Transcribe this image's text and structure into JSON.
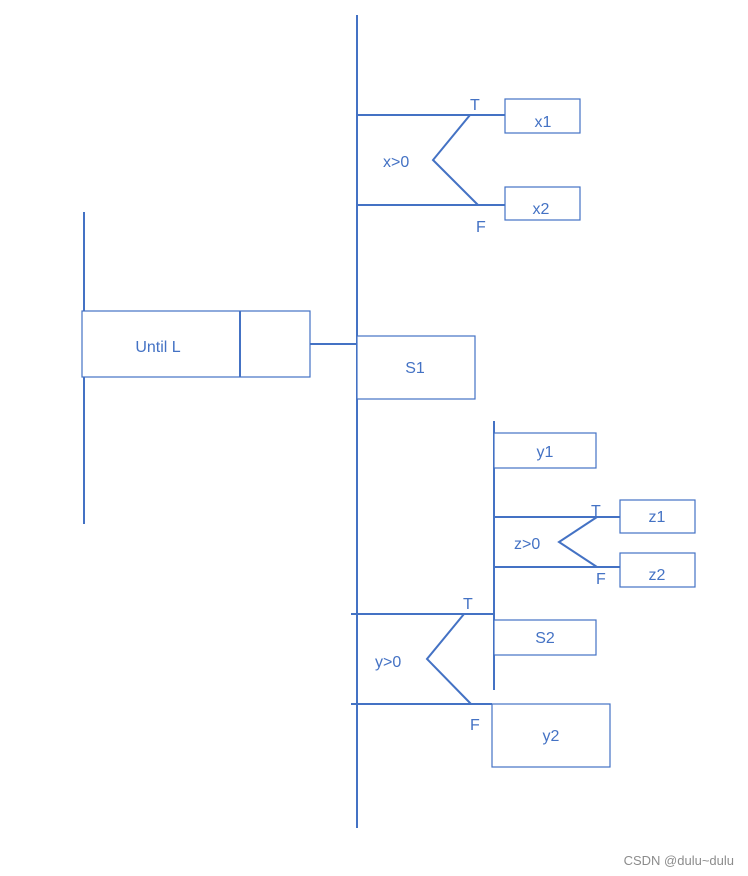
{
  "diagram": {
    "outer_loop_label": "Until L",
    "boxes": {
      "x1": "x1",
      "x2": "x2",
      "s1": "S1",
      "y1": "y1",
      "z1": "z1",
      "z2": "z2",
      "s2": "S2",
      "y2": "y2"
    },
    "conditions": {
      "x": "x>0",
      "z": "z>0",
      "y": "y>0"
    },
    "branch_labels": {
      "x_true": "T",
      "x_false": "F",
      "z_true": "T",
      "z_false": "F",
      "y_true": "T",
      "y_false": "F"
    },
    "colors": {
      "line": "#4472c4",
      "text": "#4472c4",
      "watermark": "#8c8c8c"
    }
  },
  "watermark": "CSDN @dulu~dulu"
}
